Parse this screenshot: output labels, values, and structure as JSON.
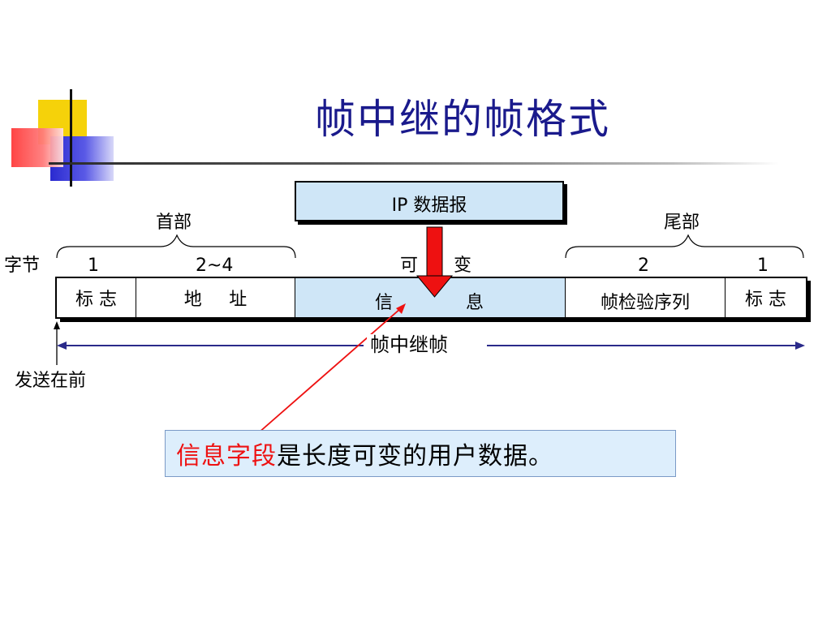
{
  "title": "帧中继的帧格式",
  "ip_datagram": "IP 数据报",
  "header_label": "首部",
  "trailer_label": "尾部",
  "bytes_label": "字节",
  "send_first_label": "发送在前",
  "frame_label": "帧中继帧",
  "byte_counts": {
    "flag_start": "1",
    "address": "2~4",
    "info_a": "可",
    "info_b": "变",
    "fcs": "2",
    "flag_end": "1"
  },
  "fields": {
    "flag_start": "标 志",
    "address_a": "地",
    "address_b": "址",
    "info_a": "信",
    "info_b": "息",
    "fcs": "帧检验序列",
    "flag_end": "标 志"
  },
  "note": {
    "highlight": "信息字段",
    "rest": "是长度可变的用户数据。"
  },
  "colors": {
    "title": "#1a1a8c",
    "info_fill": "#cfe6f7",
    "arrow_red": "#ee1111",
    "frame_line": "#2a2a8a"
  }
}
